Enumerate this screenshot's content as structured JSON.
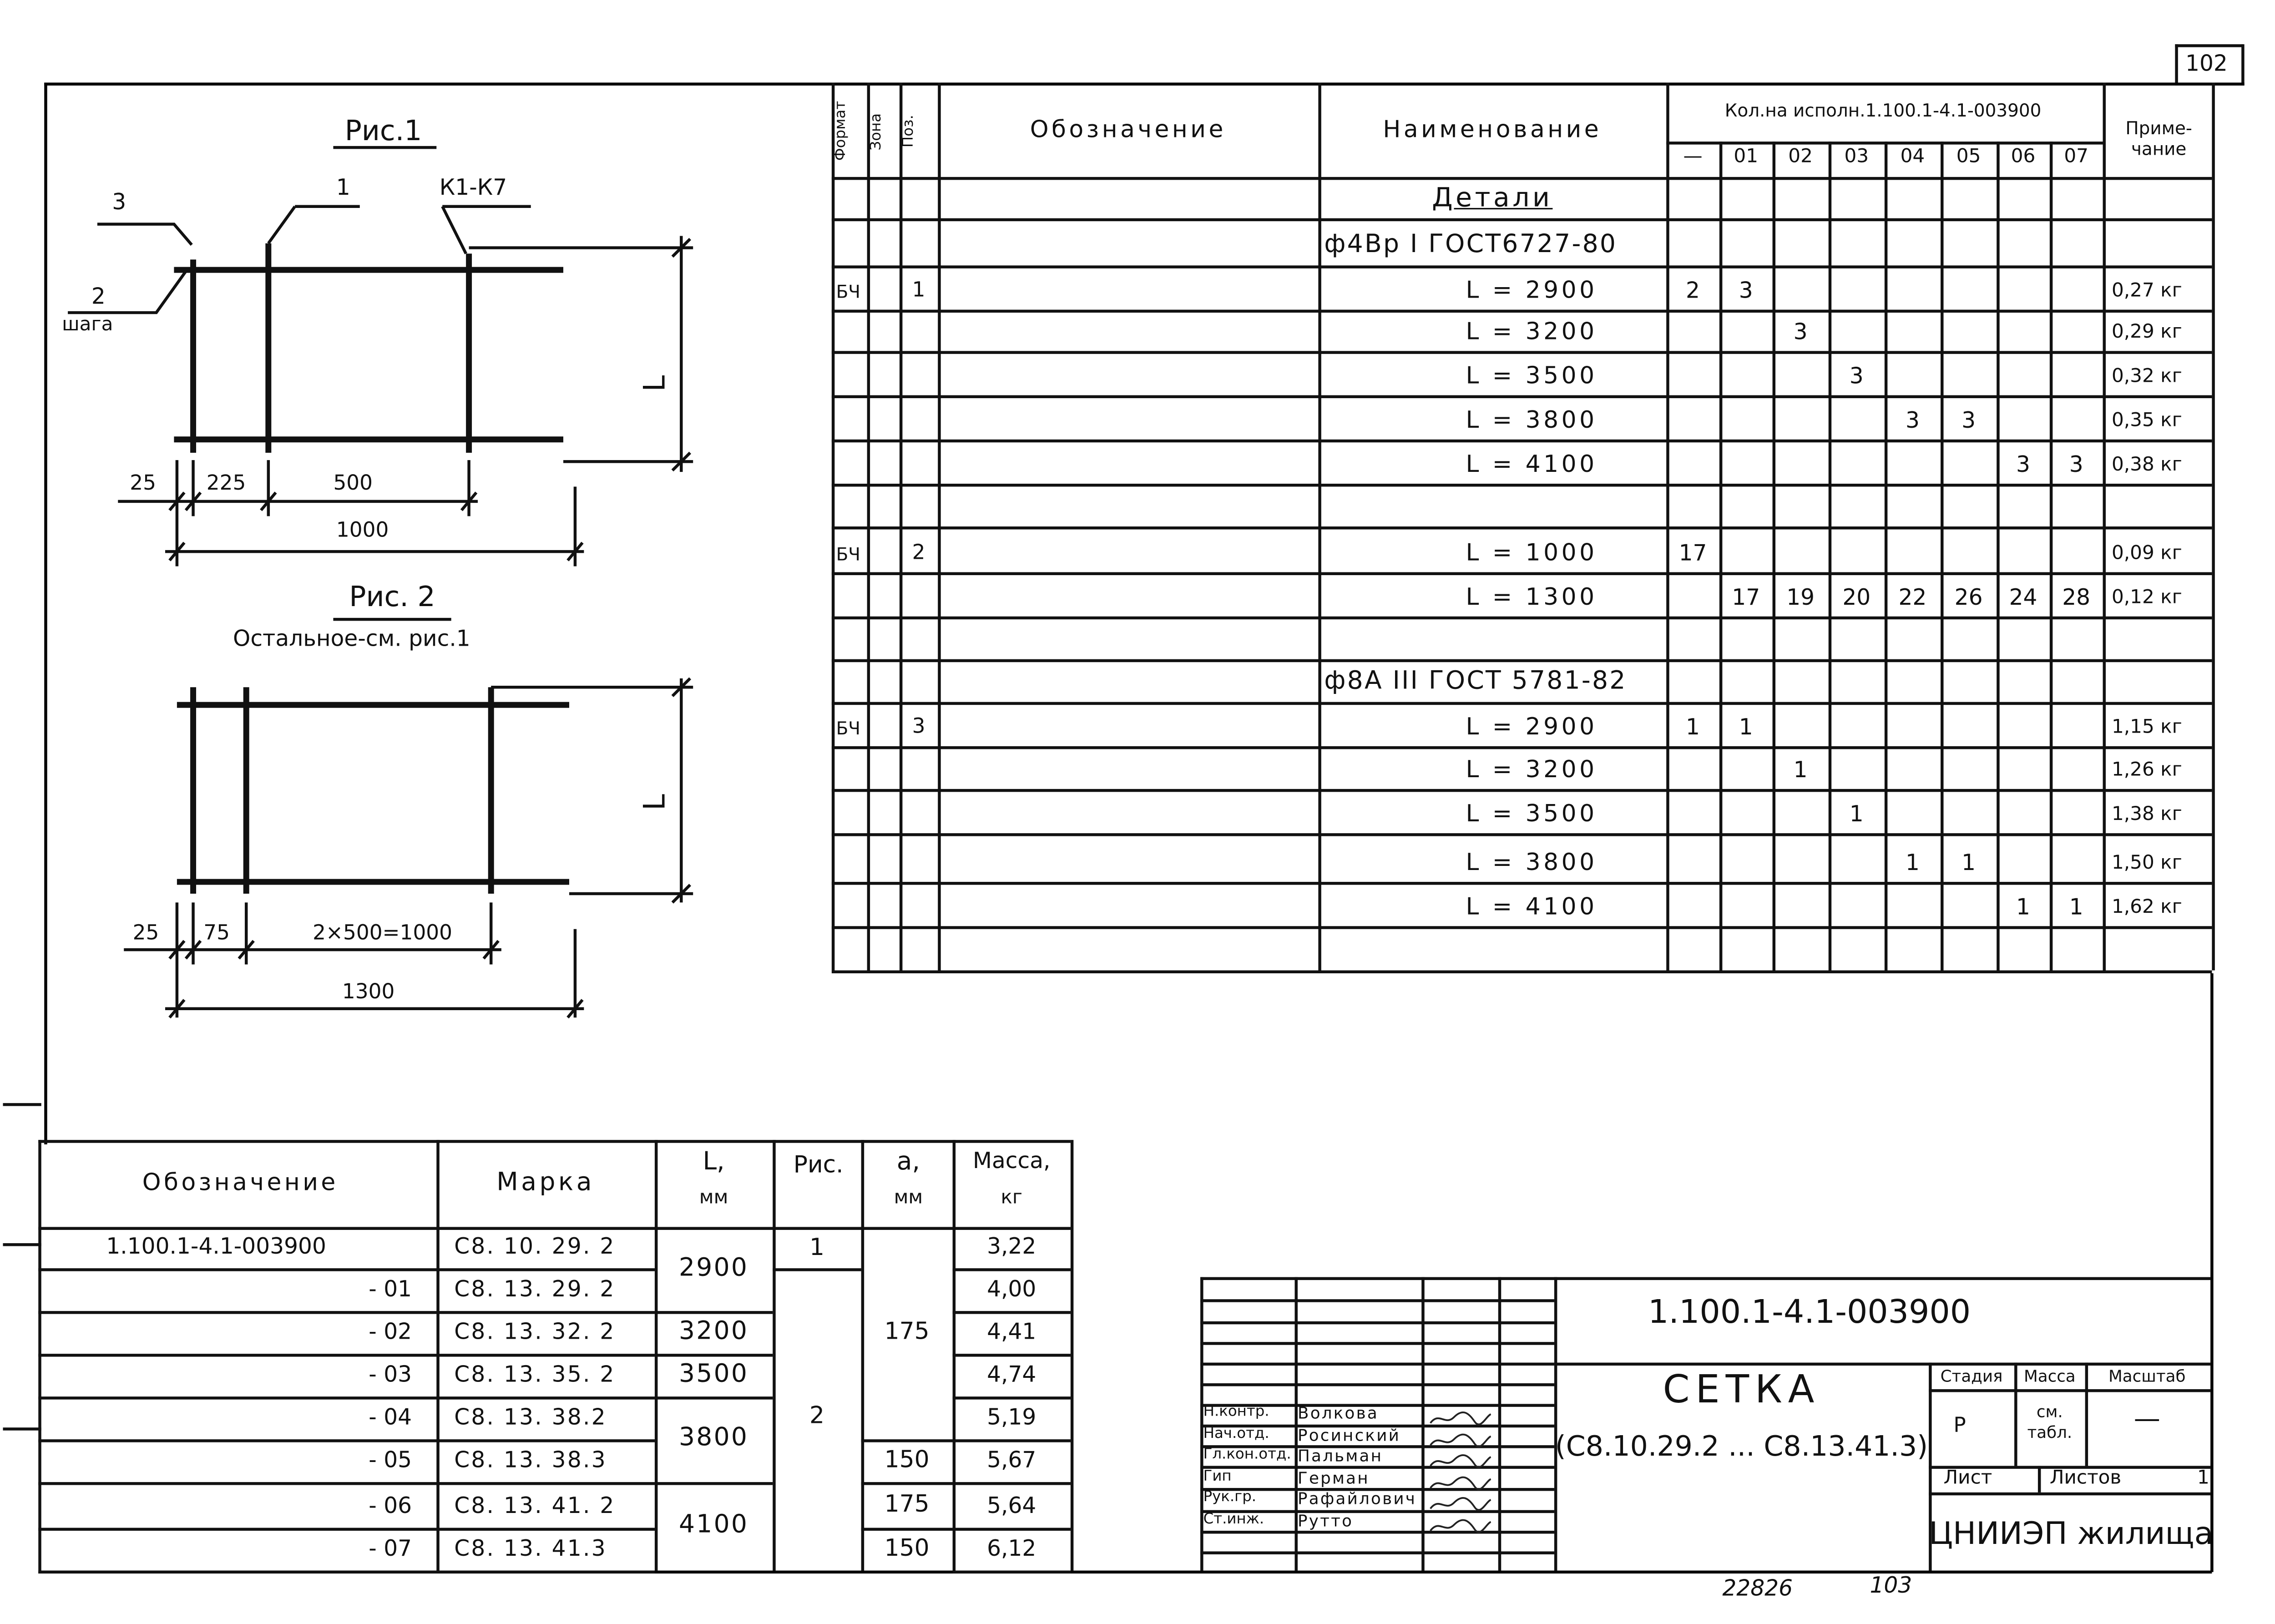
{
  "page_number": "102",
  "footer": {
    "left_number": "22826",
    "right_number": "103"
  },
  "fig1": {
    "title": "Рис.1",
    "callouts": [
      "3",
      "1",
      "К1-К7",
      "2",
      "шага"
    ],
    "dim_vertical": "L",
    "dims": [
      "25",
      "225",
      "500",
      "1000"
    ]
  },
  "fig2": {
    "title": "Рис. 2",
    "subtitle": "Остальное-см. рис.1",
    "dim_vertical": "L",
    "dims": [
      "25",
      "75",
      "2×500=1000",
      "1300"
    ]
  },
  "spec": {
    "headers": {
      "format": "Формат",
      "zone": "Зона",
      "pos": "Поз.",
      "designation": "Обозначение",
      "name": "Наименование",
      "qty_group": "Кол.на исполн.1.100.1-4.1-003900",
      "note": "Приме-чание",
      "variants": [
        "—",
        "01",
        "02",
        "03",
        "04",
        "05",
        "06",
        "07"
      ]
    },
    "rows": [
      {
        "fmt": "",
        "pos": "",
        "name": "Детали",
        "q": [
          "",
          "",
          "",
          "",
          "",
          "",
          "",
          ""
        ],
        "note": ""
      },
      {
        "fmt": "",
        "pos": "",
        "name": "ф4Вр I ГОСТ6727-80",
        "q": [
          "",
          "",
          "",
          "",
          "",
          "",
          "",
          ""
        ],
        "note": ""
      },
      {
        "fmt": "БЧ",
        "pos": "1",
        "name": "L = 2900",
        "q": [
          "2",
          "3",
          "",
          "",
          "",
          "",
          "",
          ""
        ],
        "note": "0,27 кг"
      },
      {
        "fmt": "",
        "pos": "",
        "name": "L = 3200",
        "q": [
          "",
          "",
          "3",
          "",
          "",
          "",
          "",
          ""
        ],
        "note": "0,29 кг"
      },
      {
        "fmt": "",
        "pos": "",
        "name": "L = 3500",
        "q": [
          "",
          "",
          "",
          "3",
          "",
          "",
          "",
          ""
        ],
        "note": "0,32 кг"
      },
      {
        "fmt": "",
        "pos": "",
        "name": "L = 3800",
        "q": [
          "",
          "",
          "",
          "",
          "3",
          "3",
          "",
          ""
        ],
        "note": "0,35 кг"
      },
      {
        "fmt": "",
        "pos": "",
        "name": "L = 4100",
        "q": [
          "",
          "",
          "",
          "",
          "",
          "",
          "3",
          "3"
        ],
        "note": "0,38 кг"
      },
      {
        "fmt": "",
        "pos": "",
        "name": "",
        "q": [
          "",
          "",
          "",
          "",
          "",
          "",
          "",
          ""
        ],
        "note": ""
      },
      {
        "fmt": "БЧ",
        "pos": "2",
        "name": "L = 1000",
        "q": [
          "17",
          "",
          "",
          "",
          "",
          "",
          "",
          ""
        ],
        "note": "0,09 кг"
      },
      {
        "fmt": "",
        "pos": "",
        "name": "L = 1300",
        "q": [
          "",
          "17",
          "19",
          "20",
          "22",
          "26",
          "24",
          "28"
        ],
        "note": "0,12 кг"
      },
      {
        "fmt": "",
        "pos": "",
        "name": "",
        "q": [
          "",
          "",
          "",
          "",
          "",
          "",
          "",
          ""
        ],
        "note": ""
      },
      {
        "fmt": "",
        "pos": "",
        "name": "ф8А III ГОСТ 5781-82",
        "q": [
          "",
          "",
          "",
          "",
          "",
          "",
          "",
          ""
        ],
        "note": ""
      },
      {
        "fmt": "БЧ",
        "pos": "3",
        "name": "L = 2900",
        "q": [
          "1",
          "1",
          "",
          "",
          "",
          "",
          "",
          ""
        ],
        "note": "1,15 кг"
      },
      {
        "fmt": "",
        "pos": "",
        "name": "L = 3200",
        "q": [
          "",
          "",
          "1",
          "",
          "",
          "",
          "",
          ""
        ],
        "note": "1,26 кг"
      },
      {
        "fmt": "",
        "pos": "",
        "name": "L = 3500",
        "q": [
          "",
          "",
          "",
          "1",
          "",
          "",
          "",
          ""
        ],
        "note": "1,38 кг"
      },
      {
        "fmt": "",
        "pos": "",
        "name": "L = 3800",
        "q": [
          "",
          "",
          "",
          "",
          "1",
          "1",
          "",
          ""
        ],
        "note": "1,50 кг"
      },
      {
        "fmt": "",
        "pos": "",
        "name": "L = 4100",
        "q": [
          "",
          "",
          "",
          "",
          "",
          "",
          "1",
          "1"
        ],
        "note": "1,62 кг"
      },
      {
        "fmt": "",
        "pos": "",
        "name": "",
        "q": [
          "",
          "",
          "",
          "",
          "",
          "",
          "",
          ""
        ],
        "note": ""
      }
    ]
  },
  "marks": {
    "headers": {
      "designation": "Обозначение",
      "mark": "Марка",
      "l": "L,",
      "l_unit": "мм",
      "fig": "Рис.",
      "a": "а,",
      "a_unit": "мм",
      "mass": "Масса,",
      "mass_unit": "кг"
    },
    "designations": [
      "1.100.1-4.1-003900",
      "- 01",
      "- 02",
      "- 03",
      "- 04",
      "- 05",
      "- 06",
      "- 07"
    ],
    "marks": [
      "С8. 10. 29. 2",
      "С8. 13. 29. 2",
      "С8. 13. 32. 2",
      "С8. 13. 35. 2",
      "С8. 13. 38.2",
      "С8. 13. 38.3",
      "С8. 13. 41. 2",
      "С8. 13. 41.3"
    ],
    "lengths": [
      "2900",
      "3200",
      "3500",
      "3800",
      "4100"
    ],
    "figs": [
      "1",
      "2"
    ],
    "a_values": [
      "175",
      "150",
      "175",
      "150"
    ],
    "masses": [
      "3,22",
      "4,00",
      "4,41",
      "4,74",
      "5,19",
      "5,67",
      "5,64",
      "6,12"
    ]
  },
  "title_block": {
    "doc_number": "1.100.1-4.1-003900",
    "title": "Сетка",
    "subtitle": "(С8.10.29.2 ... С8.13.41.3)",
    "stage_label": "Стадия",
    "mass_label": "Масса",
    "scale_label": "Масштаб",
    "stage": "Р",
    "mass": "см. табл.",
    "scale": "—",
    "sheet_label": "Лист",
    "sheets_label": "Листов",
    "sheets_value": "1",
    "org": "ЦНИИЭП жилища",
    "roles": [
      "Н.контр.",
      "Нач.отд.",
      "Гл.кон.отд.",
      "Гип",
      "Рук.гр.",
      "Ст.инж."
    ],
    "names": [
      "Волкова",
      "Росинский",
      "Пальман",
      "Герман",
      "Рафайлович",
      "Рутто"
    ]
  }
}
